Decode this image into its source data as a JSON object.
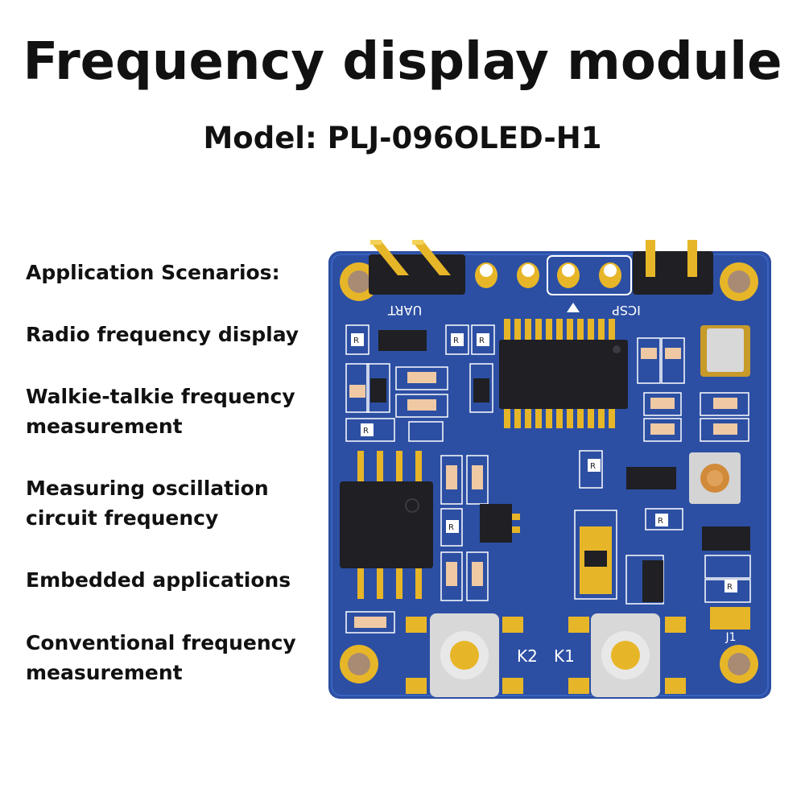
{
  "header": {
    "title": "Frequency display module",
    "model": "Model: PLJ-096OLED-H1"
  },
  "scenarios": {
    "heading": "Application Scenarios:",
    "items": [
      {
        "lines": [
          "Radio frequency display"
        ]
      },
      {
        "lines": [
          "Walkie-talkie frequency",
          "measurement"
        ]
      },
      {
        "lines": [
          "Measuring oscillation",
          "circuit frequency"
        ]
      },
      {
        "lines": [
          "Embedded applications"
        ]
      },
      {
        "lines": [
          "Conventional frequency",
          "measurement"
        ]
      }
    ]
  },
  "board": {
    "silkscreen": {
      "uart": "UART",
      "icsp": "ICSP",
      "k2": "K2",
      "k1": "K1",
      "j1": "J1",
      "resistor": "R"
    },
    "colors": {
      "pcb": "#2c4fa3",
      "pad_gold": "#e7b628",
      "ic_black": "#1f1f24"
    }
  }
}
